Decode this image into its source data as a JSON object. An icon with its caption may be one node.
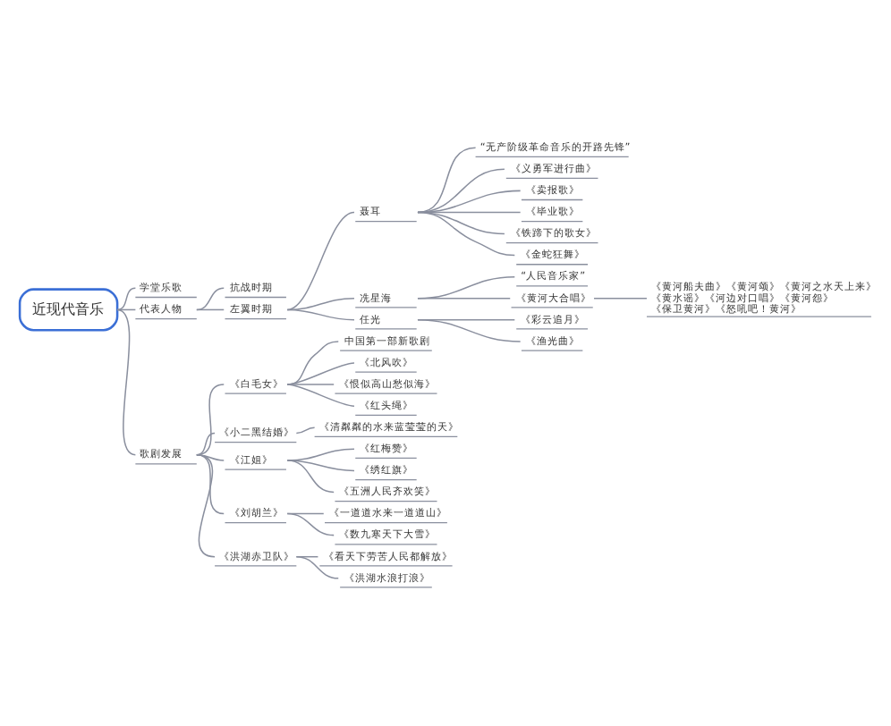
{
  "diagram": {
    "nodes": [
      {
        "text": [
          "近现代音乐"
        ]
      },
      {
        "text": [
          "学堂乐歌"
        ]
      },
      {
        "text": [
          "代表人物"
        ]
      },
      {
        "text": [
          "抗战时期"
        ]
      },
      {
        "text": [
          "左翼时期"
        ]
      },
      {
        "text": [
          "聂耳"
        ]
      },
      {
        "text": [
          "“无产阶级革命音乐的开路先锋”"
        ]
      },
      {
        "text": [
          "《义勇军进行曲》"
        ]
      },
      {
        "text": [
          "《卖报歌》"
        ]
      },
      {
        "text": [
          "《毕业歌》"
        ]
      },
      {
        "text": [
          "《铁蹄下的歌女》"
        ]
      },
      {
        "text": [
          "《金蛇狂舞》"
        ]
      },
      {
        "text": [
          "冼星海"
        ]
      },
      {
        "text": [
          "“人民音乐家”"
        ]
      },
      {
        "text": [
          "《黄河大合唱》"
        ]
      },
      {
        "text": [
          "《黄河船夫曲》《黄河颂》《黄河之水天上来》《黄水谣》《河边对口唱》《黄河怨》《保卫黄河》《怒吼吧！黄河》"
        ]
      },
      {
        "text": [
          "任光"
        ]
      },
      {
        "text": [
          "《彩云追月》"
        ]
      },
      {
        "text": [
          "《渔光曲》"
        ]
      },
      {
        "text": [
          "歌剧发展"
        ]
      },
      {
        "text": [
          "《白毛女》"
        ]
      },
      {
        "text": [
          "中国第一部新歌剧"
        ]
      },
      {
        "text": [
          "《北风吹》"
        ]
      },
      {
        "text": [
          "《恨似高山愁似海》"
        ]
      },
      {
        "text": [
          "《红头绳》"
        ]
      },
      {
        "text": [
          "《小二黑结婚》"
        ]
      },
      {
        "text": [
          "《清粼粼的水来蓝莹莹的天》"
        ]
      },
      {
        "text": [
          "《江姐》"
        ]
      },
      {
        "text": [
          "《红梅赞》"
        ]
      },
      {
        "text": [
          "《绣红旗》"
        ]
      },
      {
        "text": [
          "《五洲人民齐欢笑》"
        ]
      },
      {
        "text": [
          "《刘胡兰》"
        ]
      },
      {
        "text": [
          "《一道道水来一道道山》"
        ]
      },
      {
        "text": [
          "《数九寒天下大雪》"
        ]
      },
      {
        "text": [
          "《洪湖赤卫队》"
        ]
      },
      {
        "text": [
          "《看天下劳苦人民都解放》"
        ]
      },
      {
        "text": [
          "《洪湖水浪打浪》"
        ]
      }
    ],
    "edges": [
      {
        "from": 0,
        "to": 1,
        "arrow": "none"
      },
      {
        "from": 0,
        "to": 2,
        "arrow": "none"
      },
      {
        "from": 0,
        "to": 19,
        "arrow": "none"
      },
      {
        "from": 2,
        "to": 3,
        "arrow": "none"
      },
      {
        "from": 2,
        "to": 4,
        "arrow": "none"
      },
      {
        "from": 4,
        "to": 5,
        "arrow": "none"
      },
      {
        "from": 4,
        "to": 12,
        "arrow": "none"
      },
      {
        "from": 4,
        "to": 16,
        "arrow": "none"
      },
      {
        "from": 5,
        "to": 6,
        "arrow": "none"
      },
      {
        "from": 5,
        "to": 7,
        "arrow": "none"
      },
      {
        "from": 5,
        "to": 8,
        "arrow": "none"
      },
      {
        "from": 5,
        "to": 9,
        "arrow": "none"
      },
      {
        "from": 5,
        "to": 10,
        "arrow": "none"
      },
      {
        "from": 5,
        "to": 11,
        "arrow": "none"
      },
      {
        "from": 12,
        "to": 13,
        "arrow": "none"
      },
      {
        "from": 12,
        "to": 14,
        "arrow": "none"
      },
      {
        "from": 14,
        "to": 15,
        "arrow": "none"
      },
      {
        "from": 16,
        "to": 17,
        "arrow": "none"
      },
      {
        "from": 16,
        "to": 18,
        "arrow": "none"
      },
      {
        "from": 19,
        "to": 20,
        "arrow": "none"
      },
      {
        "from": 19,
        "to": 25,
        "arrow": "none"
      },
      {
        "from": 19,
        "to": 27,
        "arrow": "none"
      },
      {
        "from": 19,
        "to": 31,
        "arrow": "none"
      },
      {
        "from": 19,
        "to": 34,
        "arrow": "none"
      },
      {
        "from": 20,
        "to": 21,
        "arrow": "none"
      },
      {
        "from": 20,
        "to": 22,
        "arrow": "none"
      },
      {
        "from": 20,
        "to": 23,
        "arrow": "none"
      },
      {
        "from": 20,
        "to": 24,
        "arrow": "none"
      },
      {
        "from": 25,
        "to": 26,
        "arrow": "none"
      },
      {
        "from": 27,
        "to": 28,
        "arrow": "none"
      },
      {
        "from": 27,
        "to": 29,
        "arrow": "none"
      },
      {
        "from": 27,
        "to": 30,
        "arrow": "none"
      },
      {
        "from": 31,
        "to": 32,
        "arrow": "none"
      },
      {
        "from": 31,
        "to": 33,
        "arrow": "none"
      },
      {
        "from": 34,
        "to": 35,
        "arrow": "none"
      },
      {
        "from": 34,
        "to": 36,
        "arrow": "none"
      }
    ]
  }
}
